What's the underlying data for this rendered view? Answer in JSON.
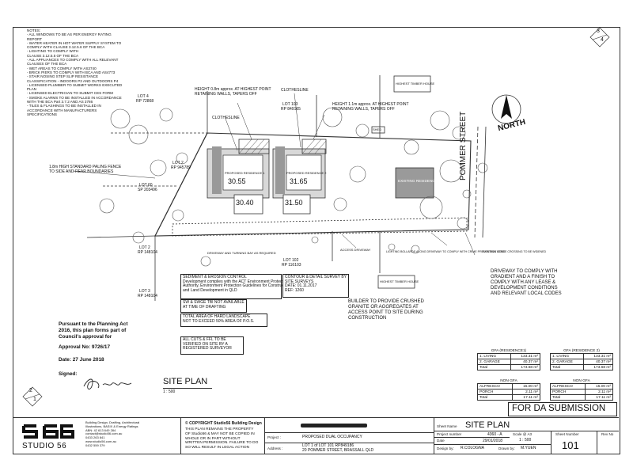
{
  "sheet_fraction": {
    "numerator": "3",
    "denominator": "4"
  },
  "sheet_fraction_bottom": {
    "numerator": "2",
    "denominator": "1"
  },
  "notes": {
    "heading": "NOTES:",
    "lines": [
      "- ALL WINDOWS TO BE AS PER ENERGY RATING",
      "REPORT",
      "- WATER HEATER IN HOT WATER SUPPLY SYSTEM TO",
      "COMPLY WITH CLAUSE 3.12.5.6 OF THE BCA",
      "- LIGHTING TO COMPLY WITH",
      "CLAUSE 3.12.5.5 OF THE BCA",
      "- ALL APPLIANCES TO COMPLY WITH ALL RELEVANT",
      "CLAUSES OF THE BCA",
      "- WET AREAS TO COMPLY WITH AS3740",
      "- BRICK PIERS TO COMPLY WITH BCA AND AS4773",
      "- STAIR NOSING STEP SLIP RESISTANCE",
      "CLASSIFICATION - INDOORS P3 AND OUTDOORS P4",
      "- LICENSED PLUMBER TO SUBMIT WORKS EXECUTED",
      "PLAN",
      "- LICENSED ELECTRICIAN TO SUBMIT CES FORM",
      "- SMOKE ALARMS TO BE INSTALLED IN ACCORDANCE",
      "WITH THE BCA Part 3.7.2 AND AS 3786",
      "- TILES & FLASHINGS TO BE INSTALLED IN",
      "ACCORDANCE WITH MANUFACTURERS",
      "SPECIFICATIONS"
    ]
  },
  "plan_labels": {
    "lot4": "LOT 4",
    "lot4_rp": "RP 72868",
    "lot2_top": "LOT 2",
    "lot2_top_rp": "RP 945789",
    "lot60": "LOT 60",
    "lot60_sp": "SP 203496",
    "lot2_bot": "LOT 2",
    "lot2_bot_rp": "RP 148104",
    "lot3": "LOT 3",
    "lot3_rp": "RP 148104",
    "lot103": "LOT 103",
    "lot103_rp": "RP 849165",
    "lot102": "LOT 102",
    "lot102_rp": "RP 116103",
    "height_left_1": "HEIGHT 0.8m approx. AT HIGHEST POINT",
    "height_left_2": "RETAINING WALLS, TAPERS OFF",
    "height_right_1": "HEIGHT 1.1m approx. AT HIGHEST POINT",
    "height_right_2": "RETAINING WALLS, TAPERS OFF",
    "clothesline_left": "CLOTHESLINE",
    "clothesline_right": "CLOTHESLINE",
    "fence_1": "1.8m HIGH STANDARD PALING FENCE",
    "fence_2": "TO SIDE AND REAR BOUNDARIES",
    "residence1": "PROPOSED RESIDENCE 1",
    "residence1_level": "30.55",
    "residence1_garage": "30.40",
    "residence2": "PROPOSED RESIDENCE 2",
    "residence2_level": "31.65",
    "residence2_garage": "31.50",
    "existing_residence": "EXISTING RESIDENCE",
    "highest_timber_house_top": "HIGHEST TIMBER HOUSE",
    "highest_timber_house_bottom": "HIGHEST TIMBER HOUSE",
    "shed": "SHED",
    "north": "NORTH",
    "street": "POMMER STREET",
    "driveway_turning": "DRIVEWAY AND TURNING BAY AS REQUIRED",
    "access_driveway": "ACCESS DRIVEWAY",
    "lighting_bollards": "LIGHTING BOLLARDS ALONG DRIVEWAY TO COMPLY WITH CRIME PREVENTION CODE",
    "existing_verge": "EXISTING VERGE CROSSING TO BE WIDENED",
    "driveway_comply_1": "DRIVEWAY TO COMPLY WITH",
    "driveway_comply_2": "GRADIENT AND A FINISH TO",
    "driveway_comply_3": "COMPLY WITH ANY LEASE &",
    "driveway_comply_4": "DEVELOPMENT CONDITIONS",
    "driveway_comply_5": "AND RELEVANT LOCAL CODES",
    "builder_1": "BUILDER TO PROVIDE CRUSHED",
    "builder_2": "GRANITE OR AGGREGATES AT",
    "builder_3": "ACCESS POINT TO SITE DURING",
    "builder_4": "CONSTRUCTION"
  },
  "notes_boxes": {
    "sediment_title": "SEDIMENT & EROSION CONTROL",
    "sediment_lines": [
      "Development complies with the ACT Environment Protection",
      "Authority, Environment Protection Guidelines for Construction",
      "and Land Development in QLD"
    ],
    "survey_lines": [
      "CONTOUR & DETAIL SURVEY BY",
      "SITE SURVEYS",
      "DATE: 01.11.2017",
      "REF: 1260"
    ],
    "sw_lines": [
      "SW & SWGE TBI NOT AVAILABLE",
      "AT TIME OF DRAFTING"
    ],
    "hard_lines": [
      "TOTAL AREA OF HARD LANDSCAPE",
      "NOT TO EXCEED 50% AREA OF P.O.S."
    ],
    "cuts_lines": [
      "ALL CUTS & FFL TO BE",
      "VERIFIED ON SITE BY A",
      "REGISTERED SURVEYOR"
    ]
  },
  "approval": {
    "line1": "Pursuant to the Planning Act",
    "line2": "2016, this plan forms part of",
    "line3": "Council's approval for",
    "approval_no": "Approval No: 9726/17",
    "date": "Date: 27 June 2018",
    "signed": "Signed:"
  },
  "site_plan": {
    "title": "SITE PLAN",
    "scale": "1 : 500"
  },
  "gfa1": {
    "header": "GFA (RESIDENCE1)",
    "rows": [
      {
        "label": "1. LIVING",
        "value": "133.31 m²"
      },
      {
        "label": "2. GARAGE",
        "value": "40.37 m²"
      },
      {
        "label": "Total",
        "value": "173.68 m²"
      }
    ]
  },
  "gfa2": {
    "header": "GFA (RESIDENCE 2)",
    "rows": [
      {
        "label": "1. LIVING",
        "value": "133.31 m²"
      },
      {
        "label": "2. GARAGE",
        "value": "40.37 m²"
      },
      {
        "label": "Total",
        "value": "173.68 m²"
      }
    ]
  },
  "nongfa1": {
    "header": "NON GFA",
    "rows": [
      {
        "label": "ALFRESCO",
        "value": "15.00 m²"
      },
      {
        "label": "PORCH",
        "value": "2.11 m²"
      },
      {
        "label": "Total",
        "value": "17.11 m²"
      }
    ]
  },
  "nongfa2": {
    "header": "NON GFA",
    "rows": [
      {
        "label": "ALFRESCO",
        "value": "15.00 m²"
      },
      {
        "label": "PORCH",
        "value": "2.11 m²"
      },
      {
        "label": "Total",
        "value": "17.11 m²"
      }
    ]
  },
  "da_submission": "FOR DA SUBMISSION",
  "title_block": {
    "logo_text": "STUDIO 56",
    "company_lines": [
      "Building Design, Drafting, Architectural",
      "Illustrations, BASIX & Energy Ratings",
      "ABN: 42 613 649 284",
      "contact@studio56.com.au",
      "0433 263 841",
      "www.studio56.com.au",
      "0432 559 379"
    ],
    "copyright_title": "© COPYRIGHT Studio56 Building Design",
    "copyright_lines": [
      "THIS PLAN REMAINS THE PROPERTY",
      "OF Studio56 & MAY NOT BE COPIED IN",
      "WHOLE OR IN PART WITHOUT",
      "WRITTEN PERMISSION. FAILURE TO DO",
      "SO WILL RESULT IN LEGAL ACTION"
    ],
    "project_label": "Project :",
    "project_value": "PROPOSED DUAL OCCUPANCY",
    "address_label": "Address :",
    "address_value_1": "LOT 1 of LOT 101 RP849186",
    "address_value_2": "20 POMMER STREET, BRASSALL QLD",
    "sheet_name_label": "Sheet Name",
    "sheet_name_value": "SITE PLAN",
    "project_number_label": "Project number",
    "project_number_value": "4360 - A",
    "scale_label": "Scale @ A3",
    "scale_value": "1 : 500",
    "date_label": "Date",
    "date_value": "29/01/2018",
    "design_label": "Design by:",
    "design_value": "R.COLOGNA",
    "drawn_label": "Drawn by:",
    "drawn_value": "M.YUEN",
    "sheet_number_label": "Sheet Number",
    "sheet_number_value": "101",
    "rev_label": "Rev No"
  }
}
